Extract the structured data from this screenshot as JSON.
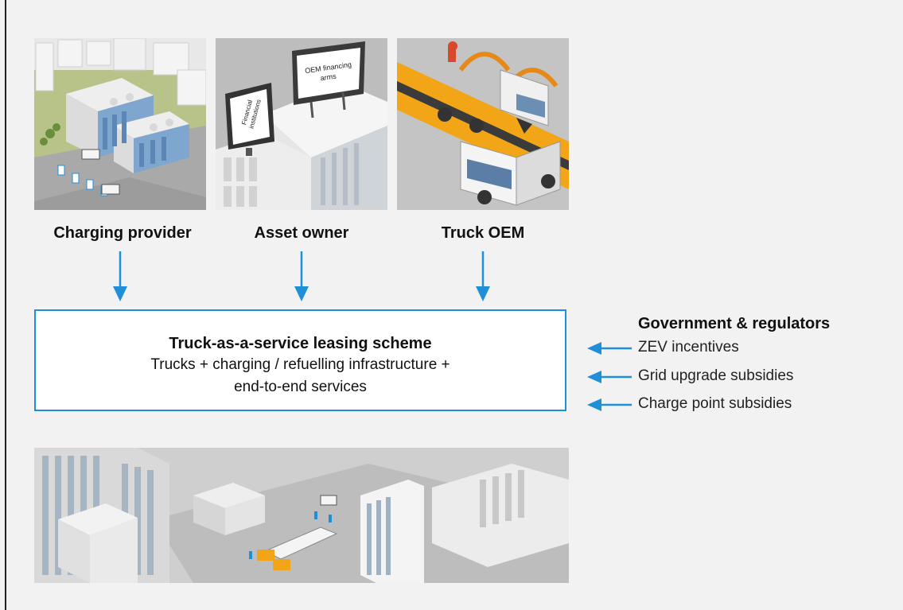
{
  "panels": [
    {
      "id": "charging-provider",
      "label": "Charging provider"
    },
    {
      "id": "asset-owner",
      "label": "Asset owner",
      "billboard_text": "OEM financing arms",
      "screen_text": "Financial institutions"
    },
    {
      "id": "truck-oem",
      "label": "Truck OEM"
    }
  ],
  "scheme": {
    "title": "Truck-as-a-service leasing scheme",
    "line1": "Trucks + charging / refuelling infrastructure +",
    "line2": "end-to-end services"
  },
  "government": {
    "title": "Government & regulators",
    "items": [
      {
        "label": "ZEV incentives"
      },
      {
        "label": "Grid upgrade subsidies"
      },
      {
        "label": "Charge point subsidies"
      }
    ]
  },
  "colors": {
    "accent": "#1f8fd8",
    "background": "#f2f2f2",
    "truck_yellow": "#f2a516"
  },
  "icons": [
    "arrow-down-icon",
    "arrow-left-icon"
  ]
}
